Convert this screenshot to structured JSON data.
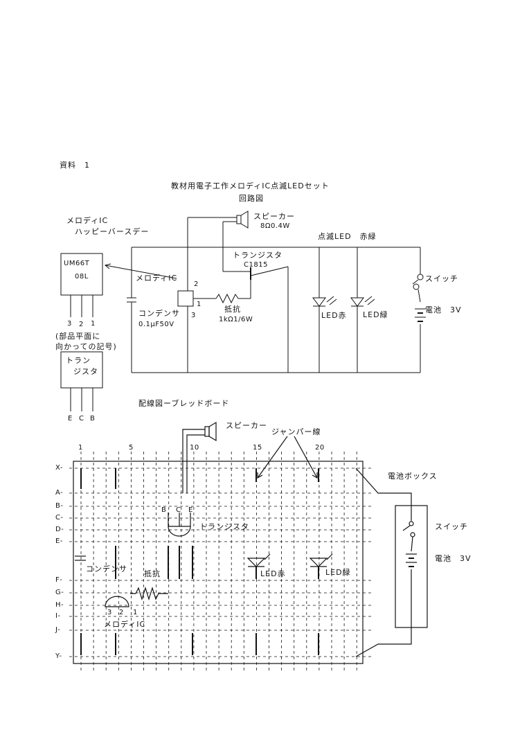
{
  "doc": {
    "label": "資料　1",
    "title": "教材用電子工作メロディIC点滅LEDセット",
    "subtitle": "回路図"
  },
  "circuit": {
    "ic_name": "メロディIC",
    "ic_song": "ハッピーバースデー",
    "chip_line1": "UM66T",
    "chip_line2": "08L",
    "chip_pins": [
      "3",
      "2",
      "1"
    ],
    "note_line1": "(部品平面に",
    "note_line2": "向かっての記号)",
    "transistor_box1": "トラン",
    "transistor_box2": "ジスタ",
    "transistor_pins": [
      "E",
      "C",
      "B"
    ],
    "speaker": "スピーカー",
    "speaker_spec": "8Ω0.4W",
    "transistor": "トランジスタ",
    "transistor_model": "C1815",
    "ic_label": "メロディIC",
    "pin_2": "2",
    "pin_1": "1",
    "pin_3": "3",
    "resistor": "抵抗",
    "resistor_spec": "1kΩ1/6W",
    "capacitor": "コンデンサ",
    "capacitor_spec": "0.1μF50V",
    "led_header": "点滅LED　赤緑",
    "led_red": "LED赤",
    "led_green": "LED緑",
    "switch": "スイッチ",
    "battery": "電池　3V"
  },
  "breadboard": {
    "title": "配線図ーブレッドボード",
    "speaker": "スピーカー",
    "jumper": "ジャンパー線",
    "col_labels": [
      "1",
      "5",
      "10",
      "15",
      "20"
    ],
    "row_labels": [
      "X",
      "A",
      "B",
      "C",
      "D",
      "E",
      "F",
      "G",
      "H",
      "I",
      "J",
      "Y"
    ],
    "battery_box": "電池ボックス",
    "switch": "スイッチ",
    "battery": "電池　3V",
    "bce": [
      "B",
      "C",
      "E"
    ],
    "transistor": "トランジスタ",
    "capacitor": "コンデンサ",
    "resistor": "抵抗",
    "led_red": "LED赤",
    "led_green": "LED緑",
    "ic_pins": [
      "3",
      "2",
      "1"
    ],
    "ic": "メロディIC"
  }
}
